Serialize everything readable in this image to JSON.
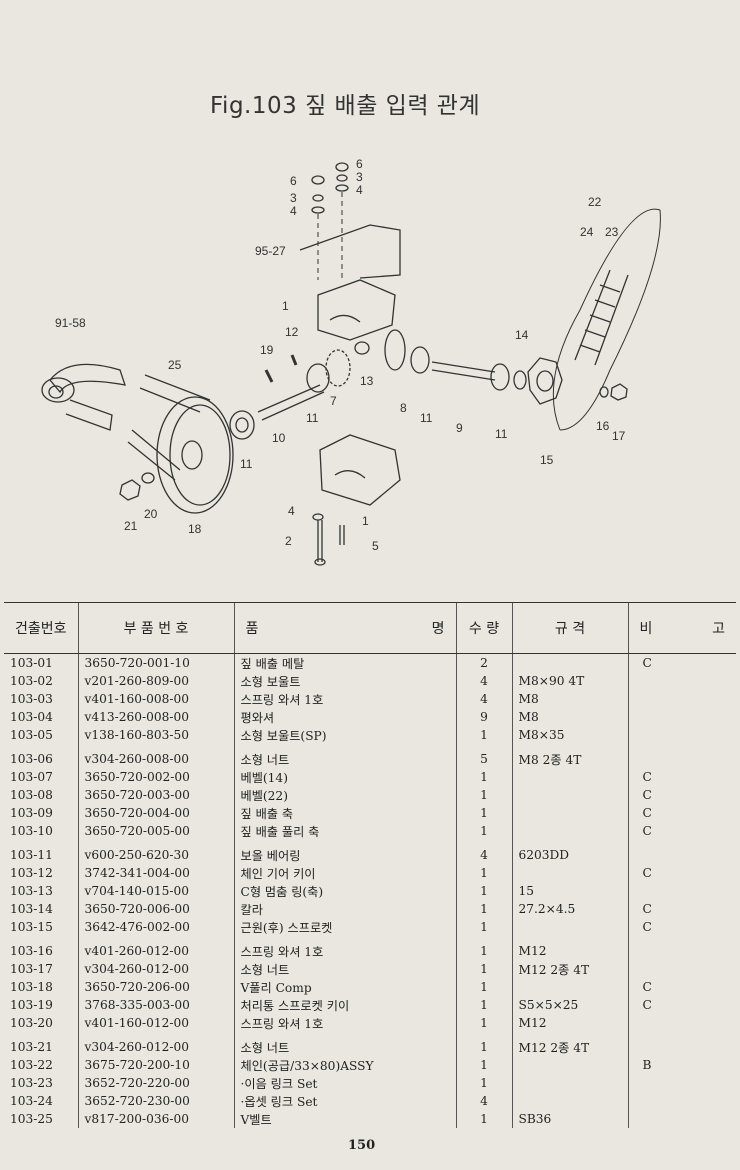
{
  "title": "Fig.103 짚 배출 입력 관계",
  "diagram_labels": [
    "6",
    "3",
    "4",
    "6",
    "3",
    "4",
    "95-27",
    "22",
    "24",
    "23",
    "1",
    "91-58",
    "12",
    "19",
    "14",
    "25",
    "13",
    "7",
    "8",
    "11",
    "10",
    "11",
    "9",
    "11",
    "16",
    "17",
    "15",
    "11",
    "4",
    "1",
    "2",
    "5",
    "21",
    "20",
    "18"
  ],
  "table": {
    "headers": [
      "건출번호",
      "부 품 번 호",
      "품",
      "명",
      "수 량",
      "규 격",
      "비",
      "고"
    ],
    "rows": [
      {
        "no": "103-01",
        "part": "3650-720-001-10",
        "name": "짚 배출 메탈",
        "qty": "2",
        "spec": "",
        "note": "C"
      },
      {
        "no": "103-02",
        "part": "v201-260-809-00",
        "name": "소형 보울트",
        "qty": "4",
        "spec": "M8×90 4T",
        "note": ""
      },
      {
        "no": "103-03",
        "part": "v401-160-008-00",
        "name": "스프링 와셔 1호",
        "qty": "4",
        "spec": "M8",
        "note": ""
      },
      {
        "no": "103-04",
        "part": "v413-260-008-00",
        "name": "평와셔",
        "qty": "9",
        "spec": "M8",
        "note": ""
      },
      {
        "no": "103-05",
        "part": "v138-160-803-50",
        "name": "소형 보울트(SP)",
        "qty": "1",
        "spec": "M8×35",
        "note": ""
      },
      {
        "no": "103-06",
        "part": "v304-260-008-00",
        "name": "소형 너트",
        "qty": "5",
        "spec": "M8 2종 4T",
        "note": ""
      },
      {
        "no": "103-07",
        "part": "3650-720-002-00",
        "name": "베벨(14)",
        "qty": "1",
        "spec": "",
        "note": "C"
      },
      {
        "no": "103-08",
        "part": "3650-720-003-00",
        "name": "베벨(22)",
        "qty": "1",
        "spec": "",
        "note": "C"
      },
      {
        "no": "103-09",
        "part": "3650-720-004-00",
        "name": "짚 배출 축",
        "qty": "1",
        "spec": "",
        "note": "C"
      },
      {
        "no": "103-10",
        "part": "3650-720-005-00",
        "name": "짚 배출 풀리 축",
        "qty": "1",
        "spec": "",
        "note": "C"
      },
      {
        "no": "103-11",
        "part": "v600-250-620-30",
        "name": "보올 베어링",
        "qty": "4",
        "spec": "6203DD",
        "note": ""
      },
      {
        "no": "103-12",
        "part": "3742-341-004-00",
        "name": "체인 기어 키이",
        "qty": "1",
        "spec": "",
        "note": "C"
      },
      {
        "no": "103-13",
        "part": "v704-140-015-00",
        "name": "C형 멈춤 링(축)",
        "qty": "1",
        "spec": "15",
        "note": ""
      },
      {
        "no": "103-14",
        "part": "3650-720-006-00",
        "name": "칼라",
        "qty": "1",
        "spec": "27.2×4.5",
        "note": "C"
      },
      {
        "no": "103-15",
        "part": "3642-476-002-00",
        "name": "근원(후) 스프로켓",
        "qty": "1",
        "spec": "",
        "note": "C"
      },
      {
        "no": "103-16",
        "part": "v401-260-012-00",
        "name": "스프링 와셔 1호",
        "qty": "1",
        "spec": "M12",
        "note": ""
      },
      {
        "no": "103-17",
        "part": "v304-260-012-00",
        "name": "소형 너트",
        "qty": "1",
        "spec": "M12 2종 4T",
        "note": ""
      },
      {
        "no": "103-18",
        "part": "3650-720-206-00",
        "name": "V풀리 Comp",
        "qty": "1",
        "spec": "",
        "note": "C"
      },
      {
        "no": "103-19",
        "part": "3768-335-003-00",
        "name": "처리통 스프로켓 키이",
        "qty": "1",
        "spec": "S5×5×25",
        "note": "C"
      },
      {
        "no": "103-20",
        "part": "v401-160-012-00",
        "name": "스프링 와셔 1호",
        "qty": "1",
        "spec": "M12",
        "note": ""
      },
      {
        "no": "103-21",
        "part": "v304-260-012-00",
        "name": "소형 너트",
        "qty": "1",
        "spec": "M12 2종 4T",
        "note": ""
      },
      {
        "no": "103-22",
        "part": "3675-720-200-10",
        "name": "체인(공급/33×80)ASSY",
        "qty": "1",
        "spec": "",
        "note": "B"
      },
      {
        "no": "103-23",
        "part": "3652-720-220-00",
        "name": "·이음 링크 Set",
        "qty": "1",
        "spec": "",
        "note": ""
      },
      {
        "no": "103-24",
        "part": "3652-720-230-00",
        "name": "·옵셋 링크 Set",
        "qty": "4",
        "spec": "",
        "note": ""
      },
      {
        "no": "103-25",
        "part": "v817-200-036-00",
        "name": "V벨트",
        "qty": "1",
        "spec": "SB36",
        "note": ""
      }
    ]
  },
  "page_number": "150"
}
